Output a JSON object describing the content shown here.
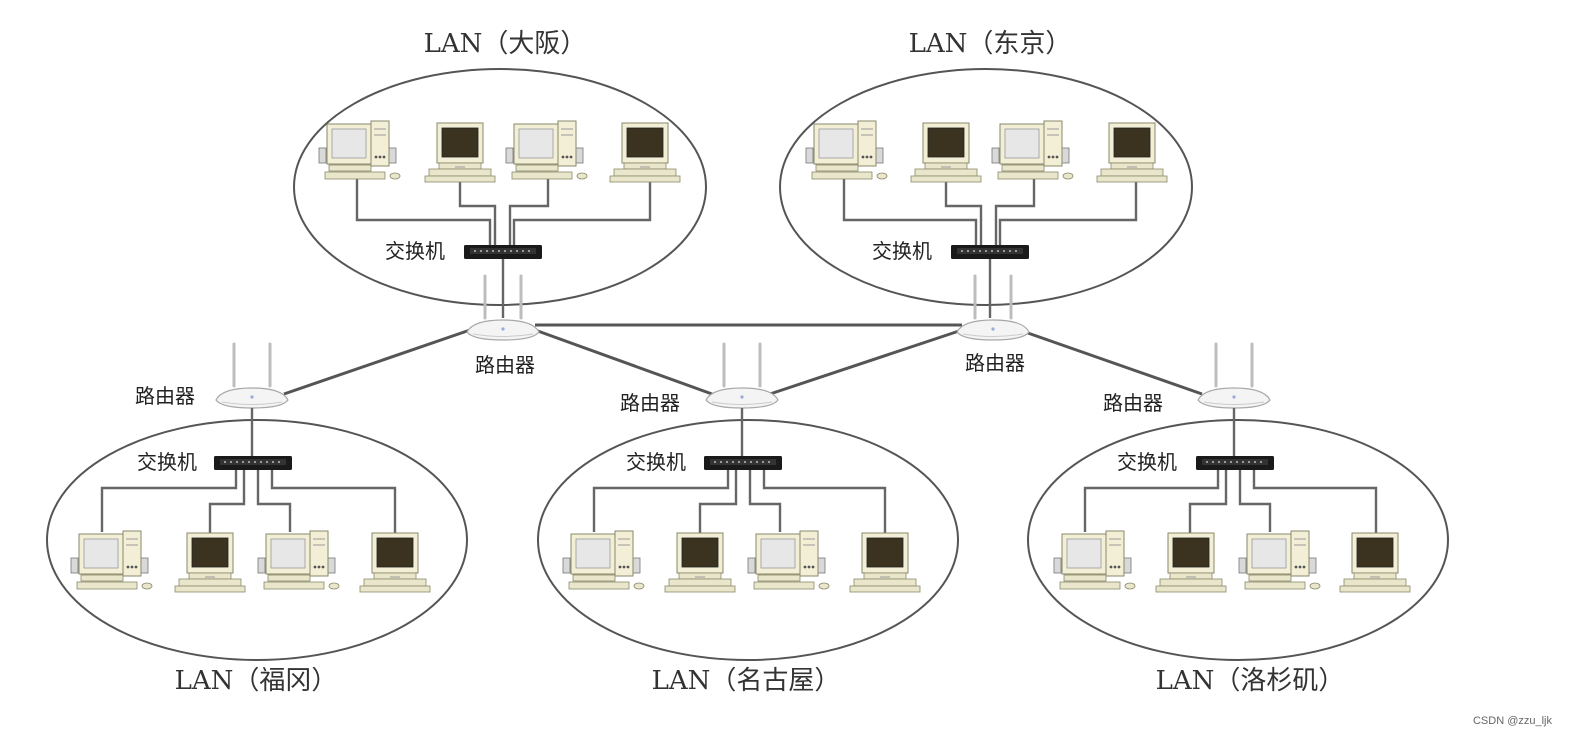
{
  "diagram": {
    "lans": [
      {
        "id": "osaka",
        "title": "LAN（大阪）",
        "switch_label": "交换机",
        "router_label": "路由器"
      },
      {
        "id": "tokyo",
        "title": "LAN（东京）",
        "switch_label": "交换机",
        "router_label": "路由器"
      },
      {
        "id": "fukuoka",
        "title": "LAN（福冈）",
        "switch_label": "交换机",
        "router_label": "路由器"
      },
      {
        "id": "nagoya",
        "title": "LAN（名古屋）",
        "switch_label": "交换机",
        "router_label": "路由器"
      },
      {
        "id": "la",
        "title": "LAN（洛杉矶）",
        "switch_label": "交换机",
        "router_label": "路由器"
      }
    ],
    "links": [
      [
        "osaka",
        "tokyo"
      ],
      [
        "osaka",
        "fukuoka"
      ],
      [
        "osaka",
        "nagoya"
      ],
      [
        "tokyo",
        "nagoya"
      ],
      [
        "tokyo",
        "la"
      ]
    ],
    "icons": {
      "computer_a": "desktop-computer-icon",
      "computer_b": "terminal-computer-icon",
      "switch": "network-switch-icon",
      "router": "wireless-router-icon"
    },
    "colors": {
      "line": "#666666",
      "ellipse": "#555555",
      "switch": "#1a1a1a",
      "computer_body": "#f2efd6",
      "screen_light": "#e7e7e7",
      "screen_dark": "#3b3320"
    }
  },
  "watermark": "CSDN @zzu_ljk"
}
